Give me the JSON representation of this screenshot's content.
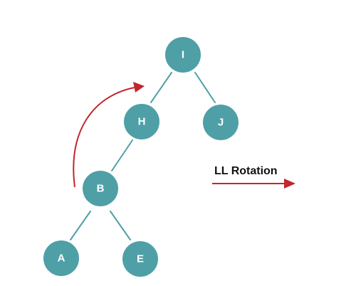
{
  "diagram": {
    "colors": {
      "node": "#4f9fa7",
      "edge": "#4f9fa7",
      "arrow": "#c1272d",
      "text": "#111111"
    },
    "nodes": {
      "I": "I",
      "H": "H",
      "J": "J",
      "B": "B",
      "A": "A",
      "E": "E"
    },
    "edges": [
      [
        "I",
        "H"
      ],
      [
        "I",
        "J"
      ],
      [
        "H",
        "B"
      ],
      [
        "B",
        "A"
      ],
      [
        "B",
        "E"
      ]
    ],
    "rotation_label": "LL Rotation"
  }
}
